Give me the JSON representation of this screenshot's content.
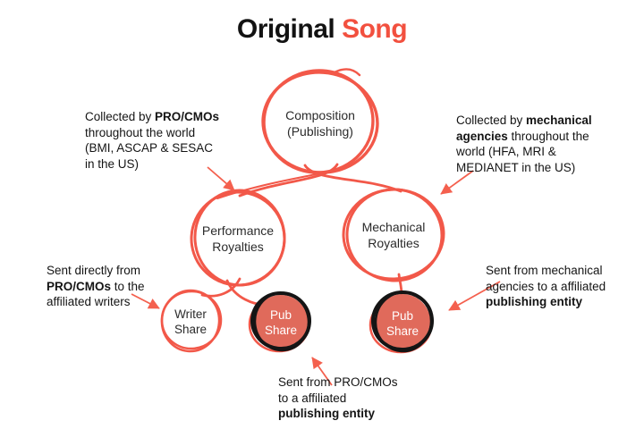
{
  "title": {
    "word_black": "Original",
    "word_accent": "Song"
  },
  "colors": {
    "accent": "#f25849",
    "arrow": "#f4604e",
    "node_fill": "#e06a5b",
    "sketch_black": "#151515",
    "text": "#141414"
  },
  "diagram": {
    "nodes": [
      {
        "id": "composition",
        "label": "Composition\n(Publishing)",
        "style": "outline"
      },
      {
        "id": "performance-royalties",
        "label": "Performance\nRoyalties",
        "style": "outline"
      },
      {
        "id": "mechanical-royalties",
        "label": "Mechanical\nRoyalties",
        "style": "outline"
      },
      {
        "id": "writer-share",
        "label": "Writer\nShare",
        "style": "outline"
      },
      {
        "id": "pub-share-performance",
        "label": "Pub\nShare",
        "style": "filled"
      },
      {
        "id": "pub-share-mechanical",
        "label": "Pub\nShare",
        "style": "filled"
      }
    ],
    "edges": [
      {
        "from": "composition",
        "to": "performance-royalties"
      },
      {
        "from": "composition",
        "to": "mechanical-royalties"
      },
      {
        "from": "performance-royalties",
        "to": "writer-share"
      },
      {
        "from": "performance-royalties",
        "to": "pub-share-performance"
      },
      {
        "from": "mechanical-royalties",
        "to": "pub-share-mechanical"
      }
    ],
    "annotations": {
      "collected_performance": {
        "segments": [
          {
            "text": "Collected by ",
            "bold": false
          },
          {
            "text": "PRO/CMOs",
            "bold": true
          },
          {
            "text": "\nthroughout the world\n(BMI, ASCAP & SESAC\nin the US)",
            "bold": false
          }
        ]
      },
      "collected_mechanical": {
        "segments": [
          {
            "text": "Collected by ",
            "bold": false
          },
          {
            "text": "mechanical\nagencies",
            "bold": true
          },
          {
            "text": " throughout the\nworld (HFA, MRI &\nMEDIANET in the US)",
            "bold": false
          }
        ]
      },
      "sent_writer": {
        "segments": [
          {
            "text": "Sent directly from\n",
            "bold": false
          },
          {
            "text": "PRO/CMOs",
            "bold": true
          },
          {
            "text": " to the\naffiliated writers",
            "bold": false
          }
        ]
      },
      "sent_pub_mechanical": {
        "segments": [
          {
            "text": "Sent from mechanical\nagencies to a affiliated\n",
            "bold": false
          },
          {
            "text": "publishing entity",
            "bold": true
          }
        ]
      },
      "sent_pub_performance": {
        "segments": [
          {
            "text": "Sent from PRO/CMOs\nto a affiliated\n",
            "bold": false
          },
          {
            "text": "publishing entity",
            "bold": true
          }
        ]
      }
    }
  }
}
